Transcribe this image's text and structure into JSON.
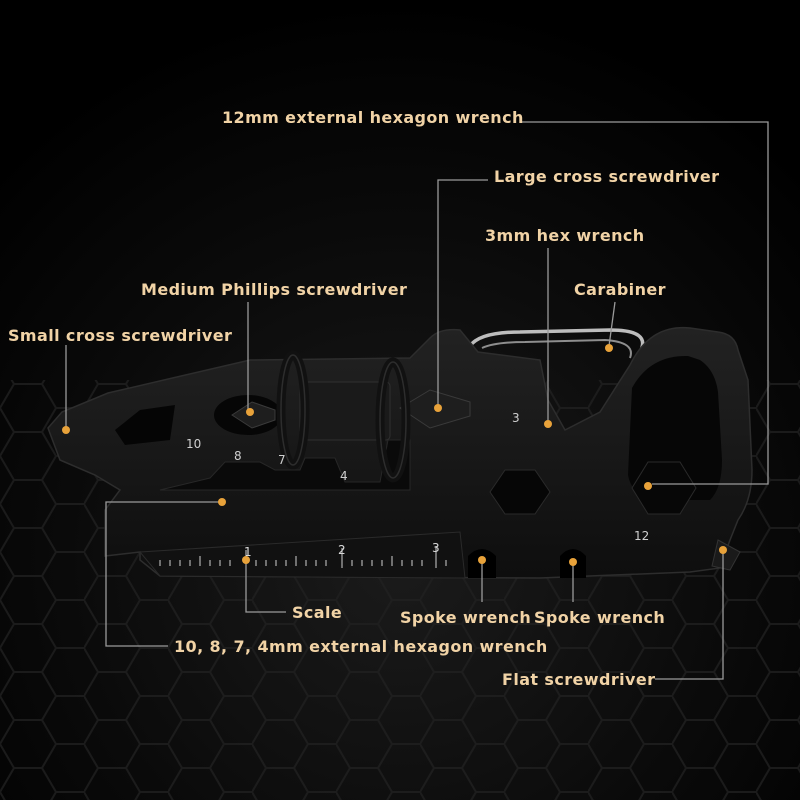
{
  "colors": {
    "background": "#000000",
    "accent": "#e8a23a",
    "label_text": "#f1d3a6",
    "tool_body": "#141414"
  },
  "labels": {
    "hex12": "12mm external hexagon wrench",
    "large_cross": "Large cross screwdriver",
    "hex3": "3mm hex wrench",
    "carabiner": "Carabiner",
    "medium_phillips": "Medium Phillips screwdriver",
    "small_cross": "Small cross screwdriver",
    "scale": "Scale",
    "spoke1": "Spoke wrench",
    "spoke2": "Spoke wrench",
    "hex_multi": "10, 8, 7, 4mm external hexagon wrench",
    "flat": "Flat screwdriver"
  },
  "tool_markings": {
    "m10": "10",
    "m8": "8",
    "m7": "7",
    "m4": "4",
    "m3": "3",
    "m12": "12",
    "r1": "1",
    "r2": "2",
    "r3": "3"
  }
}
